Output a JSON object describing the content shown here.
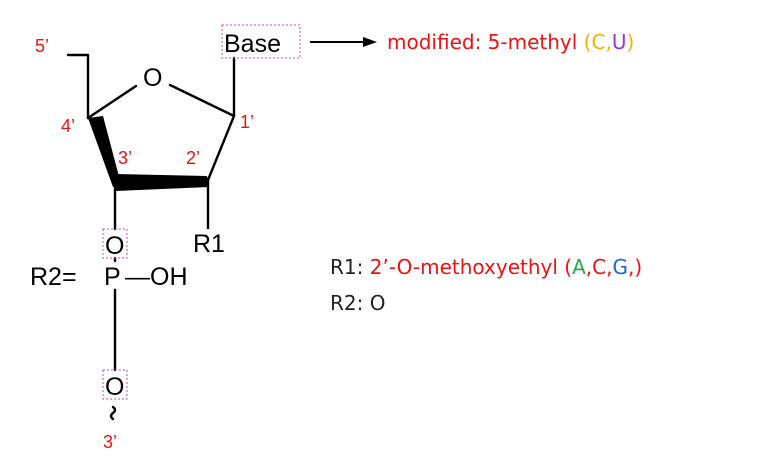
{
  "colors": {
    "position_label": "#ee1111",
    "modification": "#ee1111",
    "base_C": "#f0b400",
    "base_U": "#9933dd",
    "base_A": "#22aa44",
    "base_G": "#1e66cc",
    "neutral": "#222222",
    "highlight_box": "#cc44cc"
  },
  "atoms": {
    "base": "Base",
    "ring_oxygen": "O",
    "r1": "R1",
    "phosphate_oxygen_top": "O",
    "r2_equals": "R2=",
    "phosphorus": "P",
    "hydroxyl": "—OH",
    "phosphate_oxygen_bottom": "O"
  },
  "positions": {
    "p5": "5’",
    "p4": "4’",
    "p3": "3’",
    "p2": "2’",
    "p1": "1’",
    "p3_bottom": "3’"
  },
  "base_modification": {
    "text": "modified: 5-methyl ",
    "open_paren": "(",
    "C": "C",
    "comma": ",",
    "U": "U",
    "close_paren": ")"
  },
  "r1_note": {
    "label": "R1: ",
    "text": "2’-O-methoxyethyl ",
    "open_paren": "(",
    "A": "A",
    "comma1": ",",
    "C": "C",
    "comma2": ",",
    "G": "G",
    "comma3": ",",
    "close_paren": ")"
  },
  "r2_note": {
    "label": "R2: ",
    "value": "O"
  }
}
